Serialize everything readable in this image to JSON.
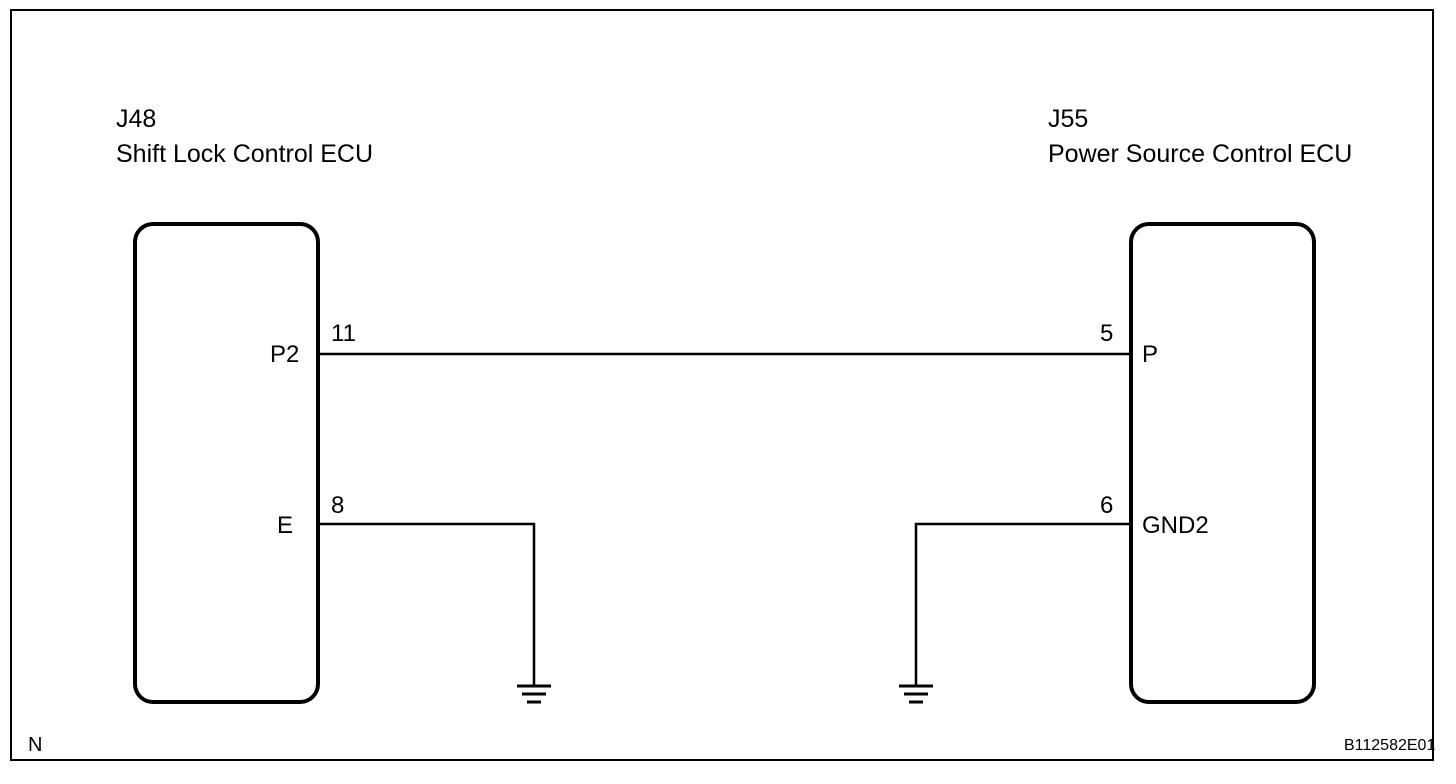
{
  "connectors": {
    "left": {
      "code": "J48",
      "name": "Shift Lock Control ECU",
      "terminals": [
        {
          "pin": "11",
          "signal": "P2"
        },
        {
          "pin": "8",
          "signal": "E"
        }
      ]
    },
    "right": {
      "code": "J55",
      "name": "Power Source Control ECU",
      "terminals": [
        {
          "pin": "5",
          "signal": "P"
        },
        {
          "pin": "6",
          "signal": "GND2"
        }
      ]
    }
  },
  "corner_mark": "N",
  "figure_id": "B112582E01"
}
